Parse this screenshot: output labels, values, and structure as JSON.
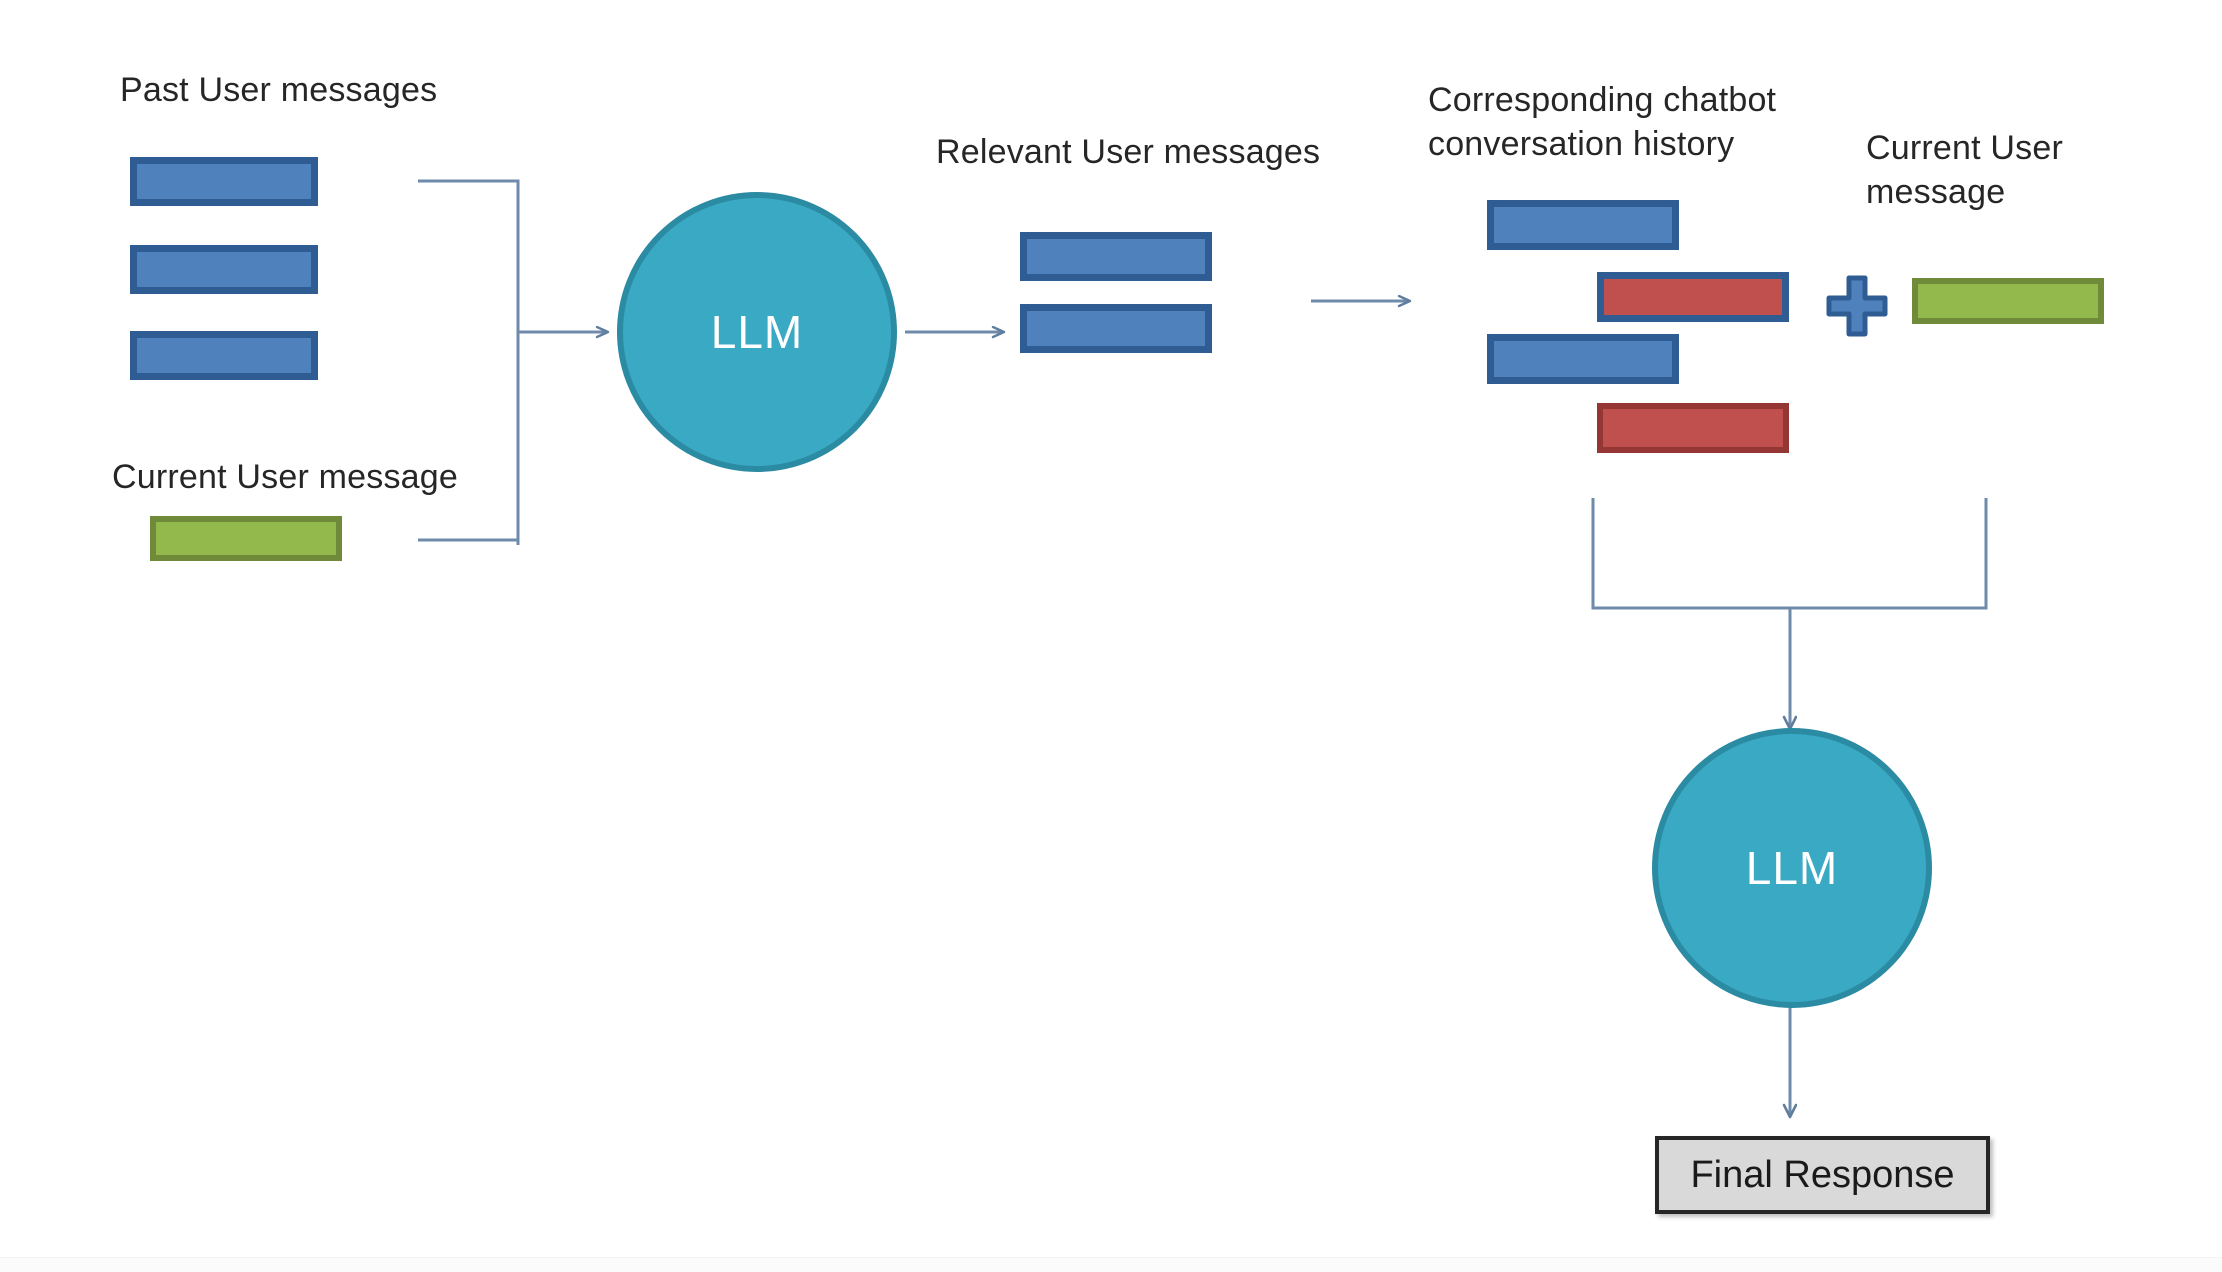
{
  "diagram": {
    "title_text_color": "#262626",
    "background": "#ffffff",
    "labels": {
      "past_user_messages": "Past User messages",
      "current_user_message_left": "Current User message",
      "relevant_user_messages": "Relevant  User messages",
      "corresponding_history": "Corresponding  chatbot\nconversation history",
      "current_user_message_right": "Current User\nmessage"
    },
    "nodes": {
      "llm_first": "LLM",
      "llm_second": "LLM",
      "final_response": "Final Response"
    },
    "colors": {
      "user_message_fill": "#4f81bd",
      "user_message_border": "#2f5c92",
      "current_message_fill": "#93b84c",
      "current_message_border": "#6f8b3a",
      "bot_message_fill": "#c0504d",
      "bot_message_border": "#943634",
      "llm_fill": "#3aa9c4",
      "llm_border": "#2b8ba3",
      "final_response_fill": "#d9d9d9",
      "final_response_border": "#262626",
      "connector_stroke": "#6e8bab",
      "plus_fill": "#4f81bd",
      "plus_border": "#2f5c92"
    },
    "groups": {
      "past_user_messages": [
        {
          "name": "past-message-1",
          "kind": "user"
        },
        {
          "name": "past-message-2",
          "kind": "user"
        },
        {
          "name": "past-message-3",
          "kind": "user"
        }
      ],
      "current_user_message_left": [
        {
          "name": "current-message-left",
          "kind": "current"
        }
      ],
      "relevant_user_messages": [
        {
          "name": "relevant-message-1",
          "kind": "user"
        },
        {
          "name": "relevant-message-2",
          "kind": "user"
        }
      ],
      "conversation_history": [
        {
          "name": "history-user-message-1",
          "kind": "user"
        },
        {
          "name": "history-bot-message-1",
          "kind": "bot-blue-border"
        },
        {
          "name": "history-user-message-2",
          "kind": "user"
        },
        {
          "name": "history-bot-message-2",
          "kind": "bot"
        }
      ],
      "current_user_message_right": [
        {
          "name": "current-message-right",
          "kind": "current"
        }
      ]
    },
    "icons": {
      "plus": "plus-icon"
    },
    "flow": [
      "Past User messages + Current User message -> LLM",
      "LLM -> Relevant User messages",
      "Relevant User messages -> Corresponding chatbot conversation history",
      "Conversation history + Current User message -> LLM",
      "LLM -> Final Response"
    ]
  }
}
